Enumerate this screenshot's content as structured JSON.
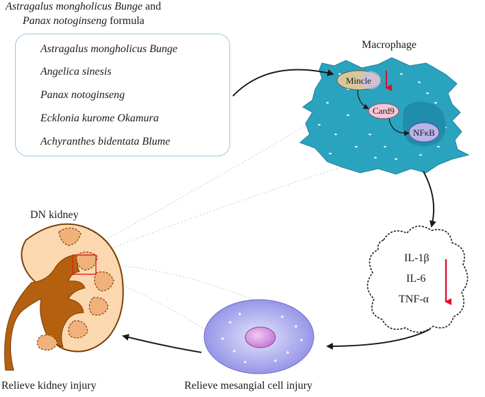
{
  "formula": {
    "title_line1_italic": "Astragalus mongholicus Bunge",
    "title_line1_suffix": " and",
    "title_line2_italic": "Panax notoginseng",
    "title_line2_suffix": " formula",
    "herbs": [
      "Astragalus mongholicus Bunge",
      "Angelica sinesis",
      "Panax notoginseng",
      "Ecklonia  kurome Okamura",
      "Achyranthes bidentata Blume"
    ]
  },
  "macrophage": {
    "title": "Macrophage",
    "nodes": {
      "mincle": "Mincle",
      "card9": "Card9",
      "nfkb": "NFκB"
    }
  },
  "cytokines": [
    "IL-1β",
    "IL-6",
    "TNF-α"
  ],
  "kidney": {
    "title": "DN kidney"
  },
  "captions": {
    "kidney": "Relieve kidney injury",
    "mesangial": "Relieve mesangial cell injury"
  },
  "colors": {
    "box_border": "#9ec4dc",
    "macrophage_fill": "#2aa3bf",
    "kidney_brown": "#b5600f",
    "kidney_pale": "#fcd8b0",
    "mincle_fill": "#d9c79a",
    "card9_fill": "#f6c6d8",
    "nfkb_fill": "#b8b4ea",
    "down_arrow": "#e0102a",
    "mesangial_fill": "#a9a8ee"
  }
}
